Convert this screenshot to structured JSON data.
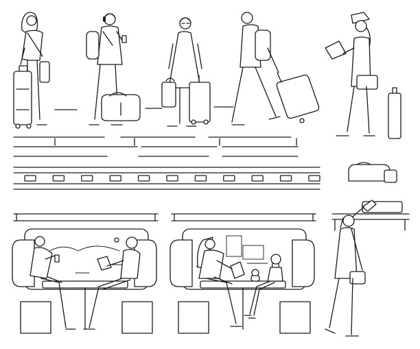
{
  "illustration": {
    "style": "black-and-white line art",
    "colors": {
      "line": "#1a1a1a",
      "background": "#ffffff"
    }
  },
  "platform": {
    "people": [
      {
        "name": "woman-with-suitcase-figure"
      },
      {
        "name": "man-with-headphones-figure"
      },
      {
        "name": "woman-in-dress-figure"
      },
      {
        "name": "man-with-trolley-figure"
      },
      {
        "name": "conductor-reading-figure"
      }
    ],
    "rails": {
      "sleeper_count": 11
    }
  },
  "carriage": {
    "compartments": 2,
    "standing_passenger": {
      "name": "passenger-loading-shelf-figure"
    }
  }
}
